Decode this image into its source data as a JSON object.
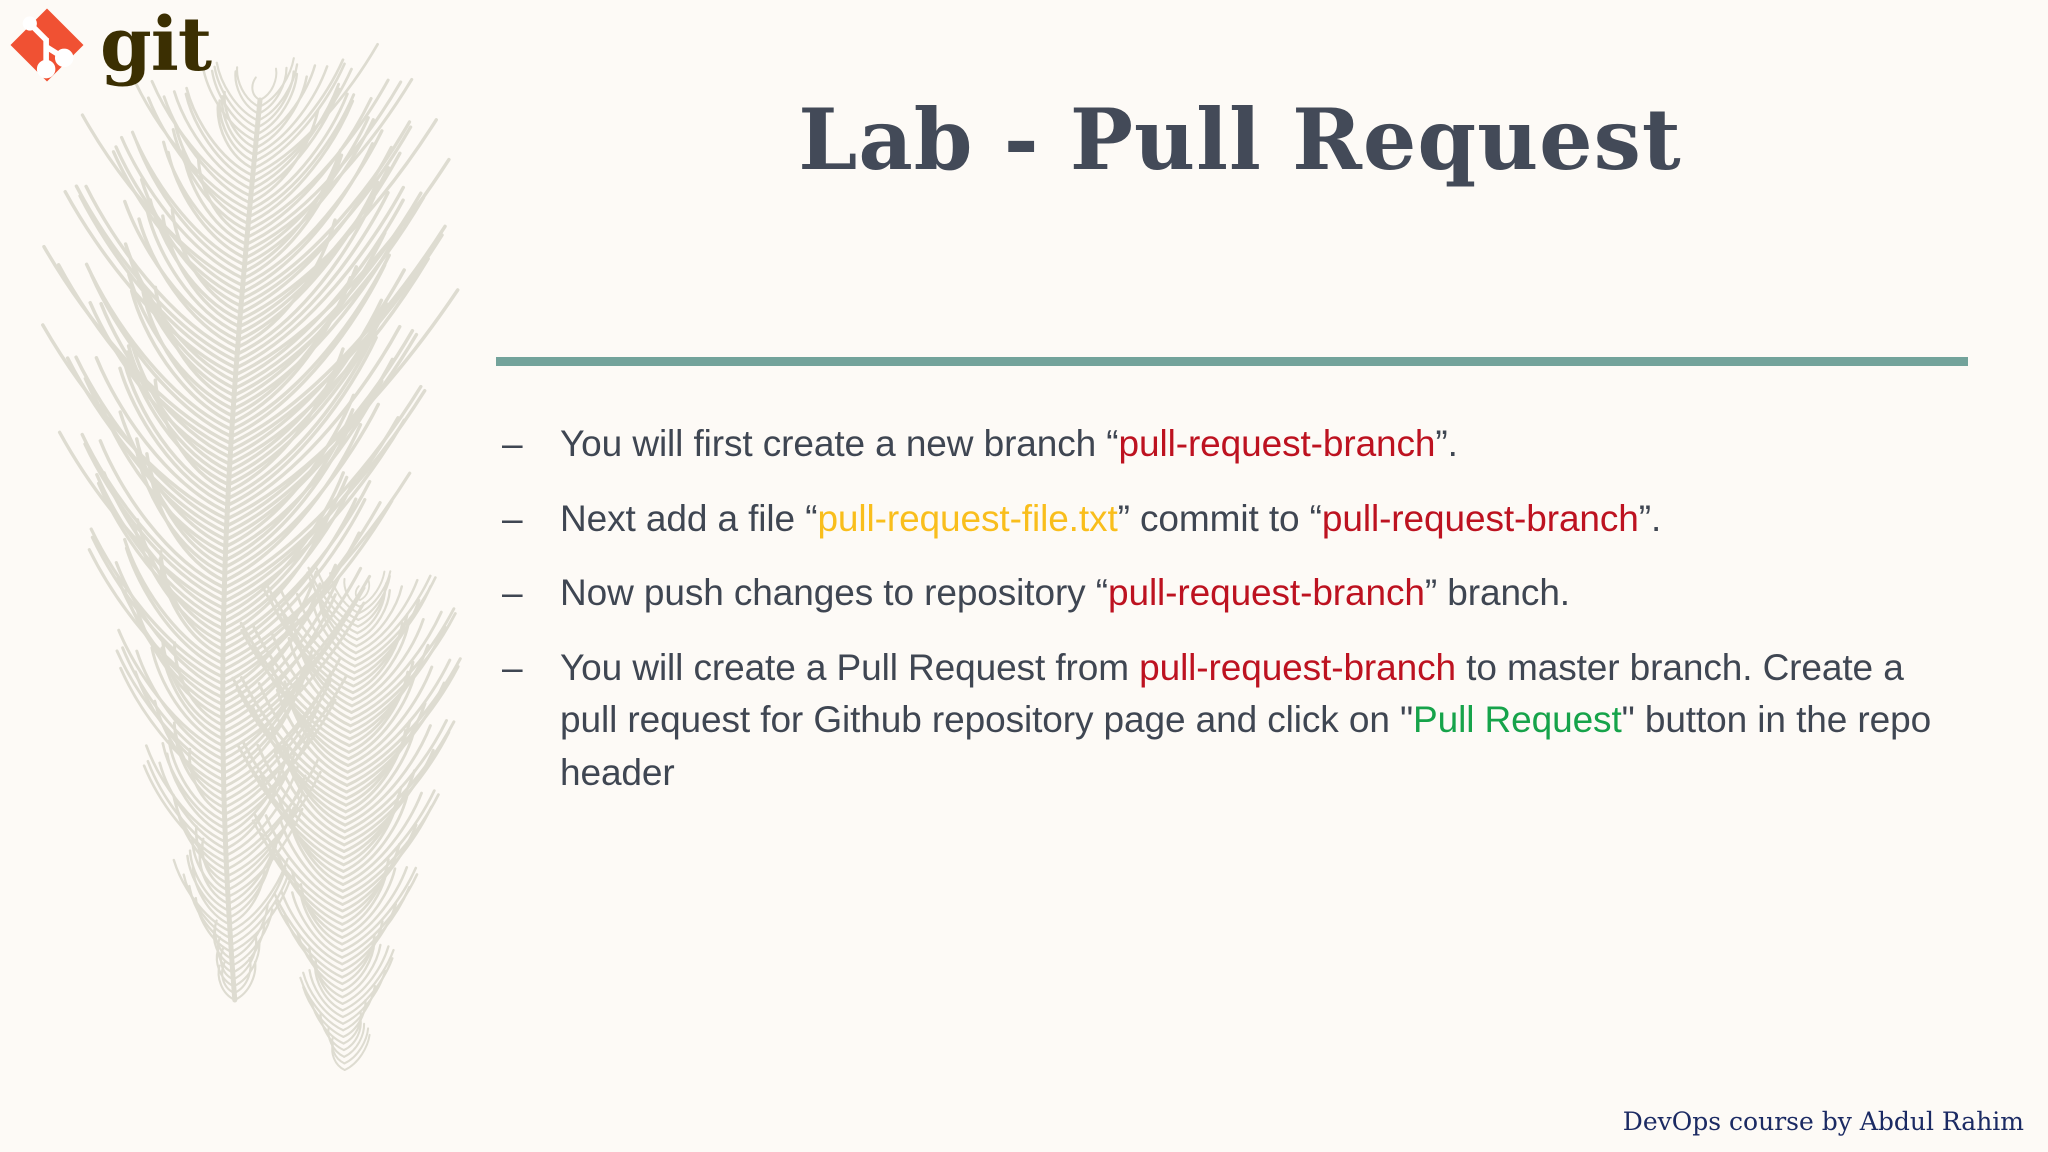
{
  "background_color": "#FDFAF6",
  "logo": {
    "icon_name": "git-logo-icon",
    "wordmark": "git",
    "mark_color": "#F05133",
    "wordmark_color": "#3B2F02"
  },
  "title": {
    "text": "Lab - Pull Request",
    "color": "#434A58"
  },
  "divider": {
    "color": "#73A39B"
  },
  "colors": {
    "body_text": "#3F4652",
    "highlight_red": "#BD1220",
    "highlight_gold": "#F9BE1C",
    "highlight_green": "#16A34A",
    "footer": "#1B2A63",
    "feather": "#DEDCD1"
  },
  "bullets": [
    {
      "marker": "–",
      "segments": [
        {
          "text": "You will first create a new branch “",
          "style": "normal"
        },
        {
          "text": "pull-request-branch",
          "style": "red"
        },
        {
          "text": "”.",
          "style": "normal"
        }
      ]
    },
    {
      "marker": "–",
      "segments": [
        {
          "text": "Next add a file “",
          "style": "normal"
        },
        {
          "text": "pull-request-file.txt",
          "style": "gold"
        },
        {
          "text": "” commit to “",
          "style": "normal"
        },
        {
          "text": "pull-request-branch",
          "style": "red"
        },
        {
          "text": "”.",
          "style": "normal"
        }
      ]
    },
    {
      "marker": "–",
      "segments": [
        {
          "text": "Now push changes to repository “",
          "style": "normal"
        },
        {
          "text": "pull-request-branch",
          "style": "red"
        },
        {
          "text": "” branch.",
          "style": "normal"
        }
      ]
    },
    {
      "marker": "–",
      "segments": [
        {
          "text": "You will create a Pull Request from ",
          "style": "normal"
        },
        {
          "text": "pull-request-branch",
          "style": "red"
        },
        {
          "text": " to master branch. Create a pull request for Github repository page and click on \"",
          "style": "normal"
        },
        {
          "text": "Pull Request",
          "style": "green"
        },
        {
          "text": "\" button in the repo header",
          "style": "normal"
        }
      ]
    }
  ],
  "footer": {
    "text": "DevOps course by Abdul Rahim"
  }
}
